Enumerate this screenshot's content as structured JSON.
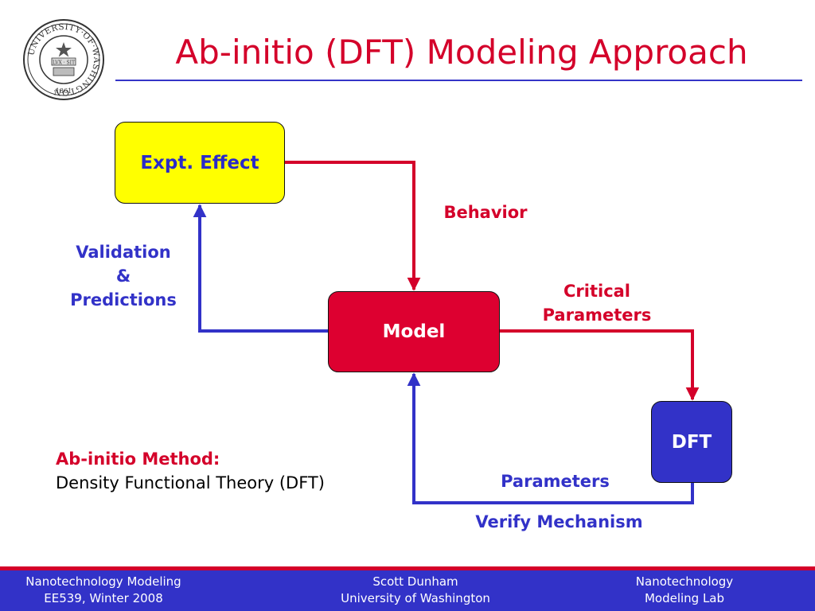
{
  "slide": {
    "title": "Ab-initio (DFT) Modeling Approach",
    "seal": {
      "ring_text": "UNIVERSITY·OF·WASHINGTON",
      "motto": "LVX · SIT",
      "year": "·1861·"
    }
  },
  "diagram": {
    "nodes": {
      "expt_effect": "Expt. Effect",
      "model": "Model",
      "dft": "DFT"
    },
    "edges": {
      "behavior": "Behavior",
      "critical_parameters": [
        "Critical",
        "Parameters"
      ],
      "validation_predictions": [
        "Validation",
        "&",
        "Predictions"
      ],
      "parameters": "Parameters",
      "verify_mechanism": "Verify Mechanism"
    }
  },
  "method": {
    "heading": "Ab-initio Method:",
    "body": "Density Functional Theory (DFT)"
  },
  "footer": {
    "left": [
      "Nanotechnology Modeling",
      "EE539, Winter 2008"
    ],
    "center": [
      "Scott Dunham",
      "University of Washington"
    ],
    "right": [
      "Nanotechnology",
      "Modeling Lab"
    ]
  },
  "colors": {
    "red": "#d4002a",
    "blue": "#3232c8",
    "yellow": "#ffff00"
  }
}
